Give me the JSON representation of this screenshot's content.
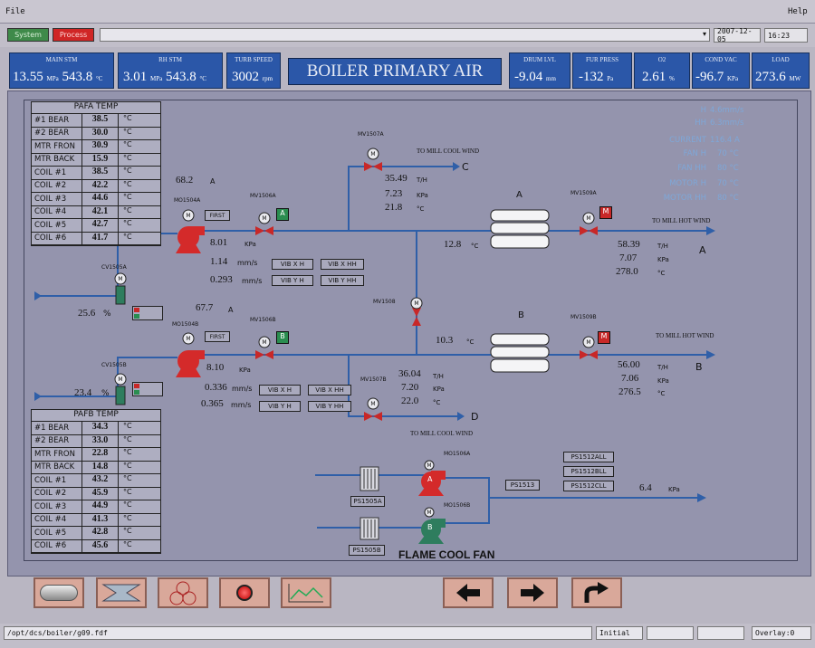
{
  "menu": {
    "file": "File",
    "help": "Help"
  },
  "nav": {
    "system": "System",
    "process": "Process",
    "date": "2007-12-05",
    "time": "16:23"
  },
  "header": {
    "title": "BOILER PRIMARY AIR",
    "main_stm": {
      "label": "MAIN STM",
      "v1": "13.55",
      "u1": "MPa",
      "v2": "543.8",
      "u2": "°C"
    },
    "rh_stm": {
      "label": "RH STM",
      "v1": "3.01",
      "u1": "MPa",
      "v2": "543.8",
      "u2": "°C"
    },
    "turb_speed": {
      "label": "TURB SPEED",
      "v": "3002",
      "u": "rpm"
    },
    "drum_lvl": {
      "label": "DRUM LVL",
      "v": "-9.04",
      "u": "mm"
    },
    "fur_press": {
      "label": "FUR PRESS",
      "v": "-132",
      "u": "Pa"
    },
    "o2": {
      "label": "O2",
      "v": "2.61",
      "u": "%"
    },
    "cond_vac": {
      "label": "COND VAC",
      "v": "-96.7",
      "u": "KPa"
    },
    "load": {
      "label": "LOAD",
      "v": "273.6",
      "u": "MW"
    }
  },
  "pafa": {
    "title": "PAFA TEMP",
    "unit": "°C",
    "rows": [
      {
        "name": "#1 BEAR",
        "value": "38.5"
      },
      {
        "name": "#2 BEAR",
        "value": "30.0"
      },
      {
        "name": "MTR FRON",
        "value": "30.9"
      },
      {
        "name": "MTR BACK",
        "value": "15.9"
      },
      {
        "name": "COIL #1",
        "value": "38.5"
      },
      {
        "name": "COIL #2",
        "value": "42.2"
      },
      {
        "name": "COIL #3",
        "value": "44.6"
      },
      {
        "name": "COIL #4",
        "value": "42.1"
      },
      {
        "name": "COIL #5",
        "value": "42.7"
      },
      {
        "name": "COIL #6",
        "value": "41.7"
      }
    ]
  },
  "pafb": {
    "title": "PAFB TEMP",
    "unit": "°C",
    "rows": [
      {
        "name": "#1 BEAR",
        "value": "34.3"
      },
      {
        "name": "#2 BEAR",
        "value": "33.0"
      },
      {
        "name": "MTR FRON",
        "value": "22.8"
      },
      {
        "name": "MTR BACK",
        "value": "14.8"
      },
      {
        "name": "COIL #1",
        "value": "43.2"
      },
      {
        "name": "COIL #2",
        "value": "45.9"
      },
      {
        "name": "COIL #3",
        "value": "44.9"
      },
      {
        "name": "COIL #4",
        "value": "41.3"
      },
      {
        "name": "COIL #5",
        "value": "42.8"
      },
      {
        "name": "COIL #6",
        "value": "45.6"
      }
    ]
  },
  "limits": {
    "h_label": "H",
    "h_val": "4.6mm/s",
    "hh_label": "HH",
    "hh_val": "6.3mm/s",
    "current_label": "CURRENT",
    "current_val": "116.4 A",
    "fanh_label": "FAN H",
    "fanh_val": "70 °C",
    "fanhh_label": "FAN HH",
    "fanhh_val": "80 °C",
    "motorh_label": "MOTOR H",
    "motorh_val": "70 °C",
    "motorhh_label": "MOTOR HH",
    "motorhh_val": "80 °C"
  },
  "fanA": {
    "tag": "MO1504A",
    "current": "68.2",
    "current_unit": "A",
    "first": "FIRST",
    "press": "8.01",
    "press_unit": "KPa",
    "vib1": "1.14",
    "vib2": "0.293",
    "vib_unit": "mm/s",
    "vib_xh": "VIB X H",
    "vib_xhh": "VIB X HH",
    "vib_yh": "VIB Y H",
    "vib_yhh": "VIB Y HH",
    "damper": "CV1505A",
    "damper_pct": "25.6",
    "pct": "%",
    "valve": "MV1506A",
    "letter": "A"
  },
  "fanB": {
    "tag": "MO1504B",
    "current": "67.7",
    "current_unit": "A",
    "first": "FIRST",
    "press": "8.10",
    "press_unit": "KPa",
    "vib1": "0.336",
    "vib2": "0.365",
    "vib_unit": "mm/s",
    "vib_xh": "VIB X H",
    "vib_xhh": "VIB X HH",
    "vib_yh": "VIB Y H",
    "vib_yhh": "VIB Y HH",
    "damper": "CV1505B",
    "damper_pct": "23.4",
    "pct": "%",
    "valve": "MV1506B",
    "letter": "B"
  },
  "coolC": {
    "valve": "MV1507A",
    "dest": "TO MILL COOL WIND",
    "letter": "C",
    "flow": "35.49",
    "flow_u": "T/H",
    "press": "7.23",
    "press_u": "KPa",
    "temp": "21.8",
    "temp_u": "°C"
  },
  "coolD": {
    "valve": "MV1507B",
    "dest": "TO MILL COOL WIND",
    "letter": "D",
    "flow": "36.04",
    "flow_u": "T/H",
    "press": "7.20",
    "press_u": "KPa",
    "temp": "22.0",
    "temp_u": "°C"
  },
  "crossValve": "MV1508",
  "heaterA": {
    "label": "A",
    "inlet_temp": "12.8",
    "temp_u": "°C",
    "valve": "MV1509A",
    "m": "M",
    "dest": "TO MILL HOT WIND",
    "letter": "A",
    "flow": "58.39",
    "flow_u": "T/H",
    "press": "7.07",
    "press_u": "KPa",
    "temp": "278.0"
  },
  "heaterB": {
    "label": "B",
    "inlet_temp": "10.3",
    "temp_u": "°C",
    "valve": "MV1509B",
    "m": "M",
    "dest": "TO MILL  HOT WIND",
    "letter": "B",
    "flow": "56.00",
    "flow_u": "T/H",
    "press": "7.06",
    "press_u": "KPa",
    "temp": "276.5"
  },
  "flame": {
    "title": "FLAME COOL FAN",
    "fanA": "MO1506A",
    "fanB": "MO1506B",
    "filterA": "PS1505A",
    "filterB": "PS1505B",
    "ps1513": "PS1513",
    "ps_all": "PS1512ALL",
    "ps_bll": "PS1512BLL",
    "ps_cll": "PS1512CLL",
    "press": "6.4",
    "press_u": "KPa",
    "la": "A",
    "lb": "B"
  },
  "status": {
    "path": "/opt/dcs/boiler/g09.fdf",
    "mode": "Initial",
    "overlay": "Overlay:0"
  },
  "colors": {
    "pipe": "#2f5fa8",
    "fan_red": "#d42a2a",
    "fan_green": "#2e7d5e",
    "valve_red": "#c82828",
    "green_ind": "#2a8d50",
    "header_blue": "#2b57a8"
  }
}
